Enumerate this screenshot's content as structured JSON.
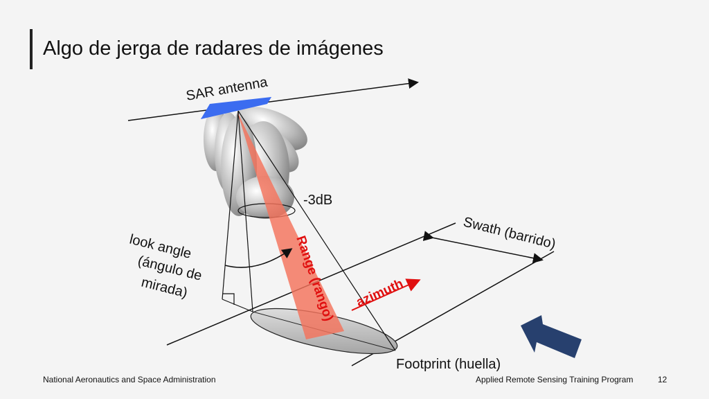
{
  "slide": {
    "title": "Algo de jerga de radares de imágenes",
    "page_number": "12"
  },
  "footer": {
    "left": "National Aeronautics and Space Administration",
    "center": "Applied Remote Sensing Training Program"
  },
  "diagram": {
    "labels": {
      "antenna": "SAR antenna",
      "db": "-3dB",
      "swath": "Swath (barrido)",
      "look_angle_1": "look angle",
      "look_angle_2": "(ángulo de",
      "look_angle_3": "mirada)",
      "range": "Range (rango)",
      "azimuth": "azimuth",
      "footprint": "Footprint (huella)"
    },
    "colors": {
      "antenna": "#3b6cf0",
      "range_beam": "#f4735c",
      "label_red": "#e01010",
      "arrow_navy": "#27406e"
    }
  }
}
